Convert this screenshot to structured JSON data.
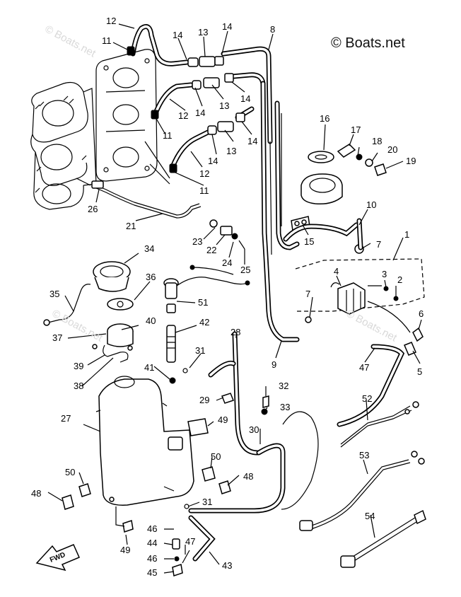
{
  "watermark": {
    "main": "© Boats.net",
    "faint": "© Boats.net"
  },
  "fwd_label": "FWD",
  "callouts": [
    {
      "id": "c12a",
      "text": "12"
    },
    {
      "id": "c11a",
      "text": "11"
    },
    {
      "id": "c14a",
      "text": "14"
    },
    {
      "id": "c13a",
      "text": "13"
    },
    {
      "id": "c14b",
      "text": "14"
    },
    {
      "id": "c8",
      "text": "8"
    },
    {
      "id": "c14c",
      "text": "14"
    },
    {
      "id": "c13b",
      "text": "13"
    },
    {
      "id": "c14d",
      "text": "14"
    },
    {
      "id": "c12b",
      "text": "12"
    },
    {
      "id": "c11b",
      "text": "11"
    },
    {
      "id": "c14e",
      "text": "14"
    },
    {
      "id": "c13c",
      "text": "13"
    },
    {
      "id": "c14f",
      "text": "14"
    },
    {
      "id": "c12c",
      "text": "12"
    },
    {
      "id": "c11c",
      "text": "11"
    },
    {
      "id": "c16",
      "text": "16"
    },
    {
      "id": "c17",
      "text": "17"
    },
    {
      "id": "c18",
      "text": "18"
    },
    {
      "id": "c20",
      "text": "20"
    },
    {
      "id": "c19",
      "text": "19"
    },
    {
      "id": "c26",
      "text": "26"
    },
    {
      "id": "c21",
      "text": "21"
    },
    {
      "id": "c10",
      "text": "10"
    },
    {
      "id": "c23",
      "text": "23"
    },
    {
      "id": "c22",
      "text": "22"
    },
    {
      "id": "c15",
      "text": "15"
    },
    {
      "id": "c1",
      "text": "1"
    },
    {
      "id": "c24",
      "text": "24"
    },
    {
      "id": "c25",
      "text": "25"
    },
    {
      "id": "c7a",
      "text": "7"
    },
    {
      "id": "c34",
      "text": "34"
    },
    {
      "id": "c36",
      "text": "36"
    },
    {
      "id": "c4",
      "text": "4"
    },
    {
      "id": "c3",
      "text": "3"
    },
    {
      "id": "c2",
      "text": "2"
    },
    {
      "id": "c35",
      "text": "35"
    },
    {
      "id": "c51",
      "text": "51"
    },
    {
      "id": "c7b",
      "text": "7"
    },
    {
      "id": "c6",
      "text": "6"
    },
    {
      "id": "c37",
      "text": "37"
    },
    {
      "id": "c40",
      "text": "40"
    },
    {
      "id": "c42",
      "text": "42"
    },
    {
      "id": "c28",
      "text": "28"
    },
    {
      "id": "c9",
      "text": "9"
    },
    {
      "id": "c47a",
      "text": "47"
    },
    {
      "id": "c5",
      "text": "5"
    },
    {
      "id": "c39",
      "text": "39"
    },
    {
      "id": "c31a",
      "text": "31"
    },
    {
      "id": "c41",
      "text": "41"
    },
    {
      "id": "c38",
      "text": "38"
    },
    {
      "id": "c32",
      "text": "32"
    },
    {
      "id": "c29",
      "text": "29"
    },
    {
      "id": "c33",
      "text": "33"
    },
    {
      "id": "c52",
      "text": "52"
    },
    {
      "id": "c27",
      "text": "27"
    },
    {
      "id": "c49a",
      "text": "49"
    },
    {
      "id": "c30",
      "text": "30"
    },
    {
      "id": "c50a",
      "text": "50"
    },
    {
      "id": "c53",
      "text": "53"
    },
    {
      "id": "c50b",
      "text": "50"
    },
    {
      "id": "c48a",
      "text": "48"
    },
    {
      "id": "c48b",
      "text": "48"
    },
    {
      "id": "c31b",
      "text": "31"
    },
    {
      "id": "c54",
      "text": "54"
    },
    {
      "id": "c46a",
      "text": "46"
    },
    {
      "id": "c49b",
      "text": "49"
    },
    {
      "id": "c44",
      "text": "44"
    },
    {
      "id": "c47b",
      "text": "47"
    },
    {
      "id": "c46b",
      "text": "46"
    },
    {
      "id": "c43",
      "text": "43"
    },
    {
      "id": "c45",
      "text": "45"
    }
  ]
}
